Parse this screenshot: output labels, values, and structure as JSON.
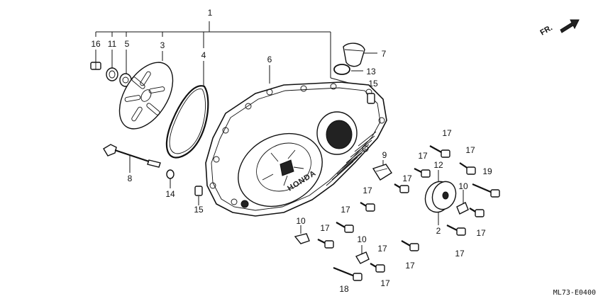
{
  "labels": {
    "p1": "1",
    "p16": "16",
    "p11": "11",
    "p5": "5",
    "p3": "3",
    "p4": "4",
    "p6": "6",
    "p7": "7",
    "p13": "13",
    "p15a": "15",
    "p15b": "15",
    "p8": "8",
    "p14": "14",
    "p9": "9",
    "p12": "12",
    "p2": "2",
    "p19": "19",
    "p10a": "10",
    "p10b": "10",
    "p10c": "10",
    "p18": "18",
    "p17a": "17",
    "p17b": "17",
    "p17c": "17",
    "p17d": "17",
    "p17e": "17",
    "p17f": "17",
    "p17g": "17",
    "p17h": "17",
    "p17i": "17",
    "p17j": "17",
    "p17k": "17",
    "p17l": "17"
  },
  "direction_label": "FR.",
  "brand_text": "HONDA",
  "drawing_code": "ML73-E0400"
}
